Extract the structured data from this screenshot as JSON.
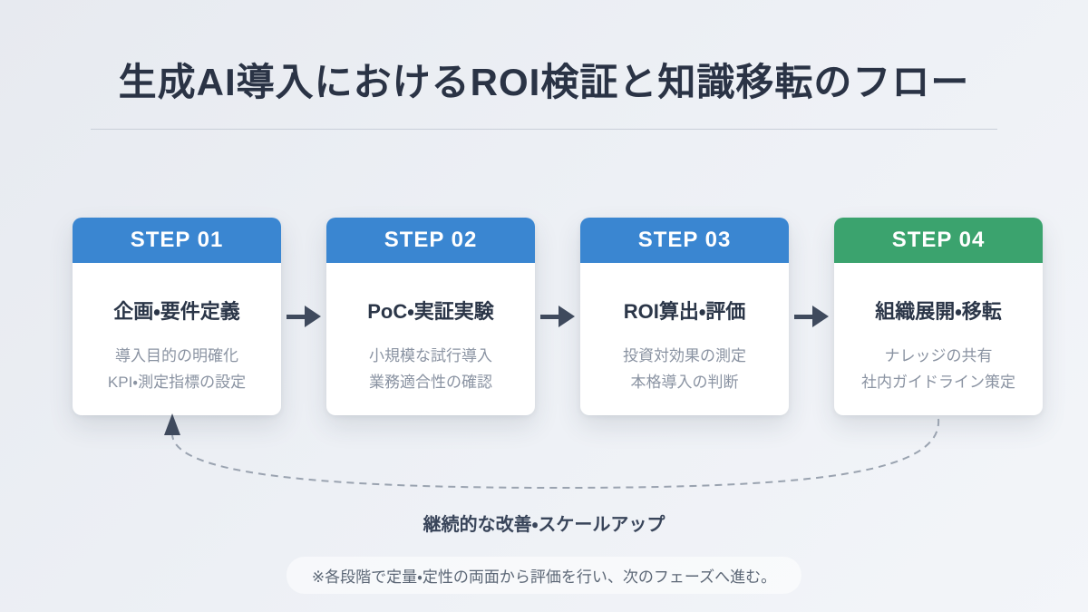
{
  "header": {
    "title": "生成AI導入におけるROI検証と知識移転のフロー"
  },
  "flow": {
    "steps": [
      {
        "label": "STEP 01",
        "title": "企画・要件定義",
        "details": [
          "導入目的の明確化",
          "KPI・測定指標の設定"
        ],
        "accent": "#3a86d1"
      },
      {
        "label": "STEP 02",
        "title": "PoC・実証実験",
        "details": [
          "小規模な試行導入",
          "業務適合性の確認"
        ],
        "accent": "#3a86d1"
      },
      {
        "label": "STEP 03",
        "title": "ROI算出・評価",
        "details": [
          "投資対効果の測定",
          "本格導入の判断"
        ],
        "accent": "#3a86d1"
      },
      {
        "label": "STEP 04",
        "title": "組織展開・移転",
        "details": [
          "ナレッジの共有",
          "社内ガイドライン策定"
        ],
        "accent": "#3ba36e"
      }
    ],
    "loop_label": "継続的な改善・スケールアップ"
  },
  "footnote": {
    "text": "※各段階で定量・定性の両面から評価を行い、次のフェーズへ進む。"
  },
  "colors": {
    "step_blue": "#3a86d1",
    "step_green": "#3ba36e",
    "title_text": "#2a3345",
    "card_title_text": "#2b3648",
    "detail_text": "#8a93a2",
    "arrow": "#3f4a5d",
    "loop_dash": "#9aa3b0",
    "footnote_text": "#5c6776"
  },
  "icons": {
    "step_arrow": "arrow-right-icon",
    "loop_arrow": "curved-dashed-return-arrow-icon"
  }
}
